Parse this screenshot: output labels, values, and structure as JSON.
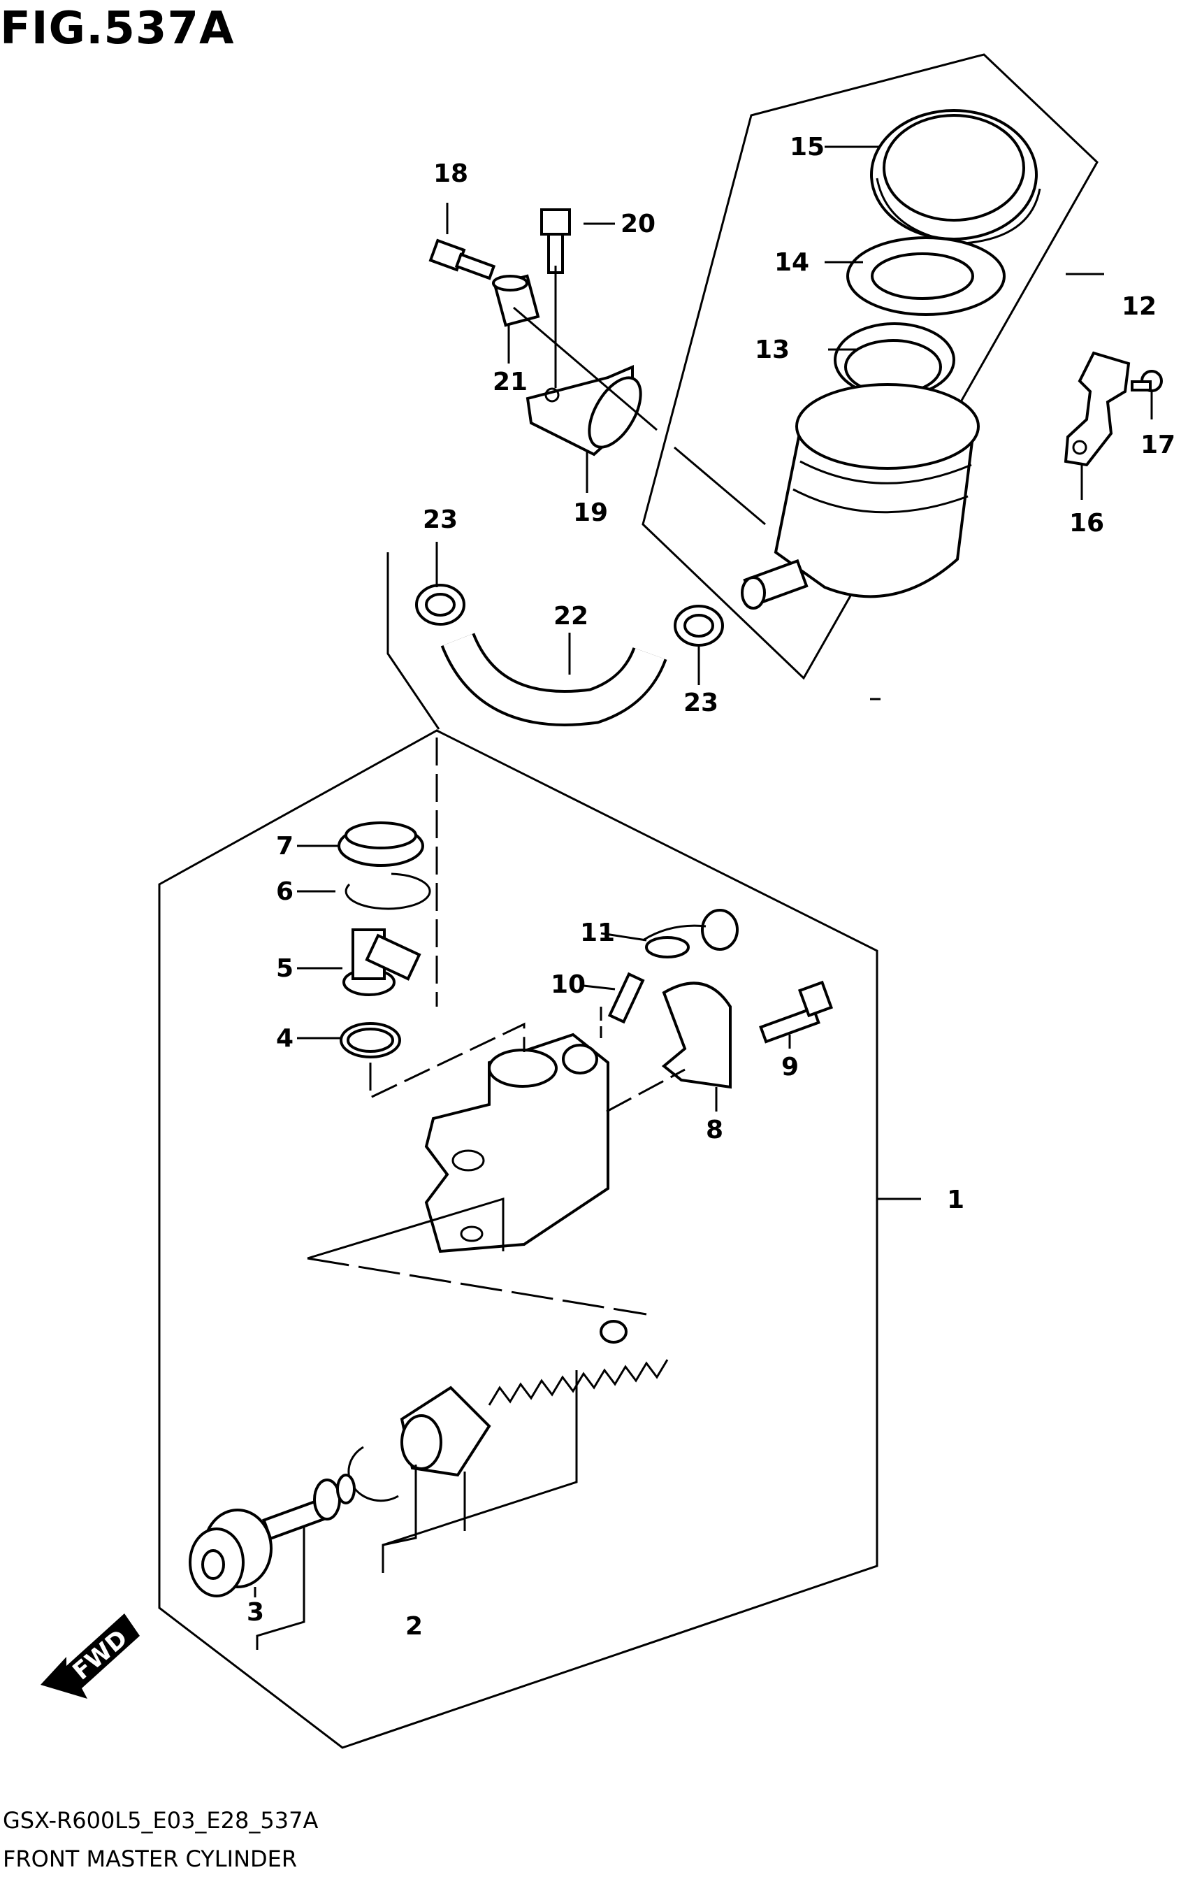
{
  "figure": {
    "title": "FIG.537A"
  },
  "footer": {
    "code": "GSX-R600L5_E03_E28_537A",
    "name": "FRONT MASTER CYLINDER"
  },
  "direction": {
    "label": "FWD"
  },
  "callouts": [
    "1",
    "2",
    "3",
    "4",
    "5",
    "6",
    "7",
    "8",
    "9",
    "10",
    "11",
    "12",
    "13",
    "14",
    "15",
    "16",
    "17",
    "18",
    "19",
    "20",
    "21",
    "22",
    "23",
    "23"
  ],
  "icons": [
    "fwd-arrow-icon"
  ]
}
